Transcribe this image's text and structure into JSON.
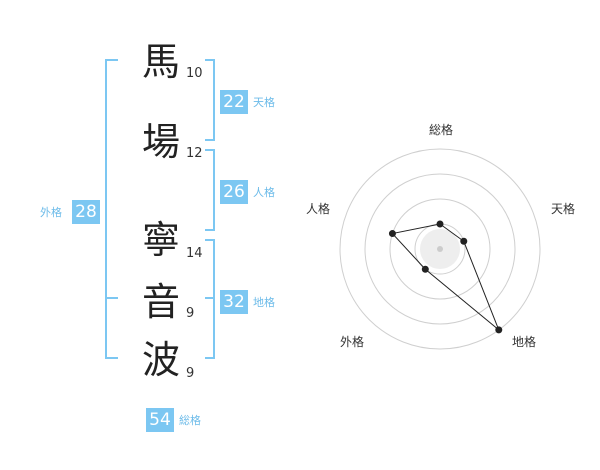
{
  "characters": [
    {
      "char": "馬",
      "strokes": "10"
    },
    {
      "char": "場",
      "strokes": "12"
    },
    {
      "char": "寧",
      "strokes": "14"
    },
    {
      "char": "音",
      "strokes": "9"
    },
    {
      "char": "波",
      "strokes": "9"
    }
  ],
  "fortunes": {
    "tenkaku": {
      "value": "22",
      "label": "天格"
    },
    "jinkaku": {
      "value": "26",
      "label": "人格"
    },
    "chikaku": {
      "value": "32",
      "label": "地格"
    },
    "gaikaku": {
      "value": "28",
      "label": "外格"
    },
    "soukaku": {
      "value": "54",
      "label": "総格"
    }
  },
  "radar": {
    "axes": [
      "総格",
      "天格",
      "地格",
      "外格",
      "人格"
    ],
    "levels": 4,
    "values": [
      1,
      1,
      4,
      1,
      2
    ],
    "max": 4
  },
  "colors": {
    "accent": "#7cc7f2",
    "bracket": "#7cc7f2",
    "line": "#222222"
  }
}
